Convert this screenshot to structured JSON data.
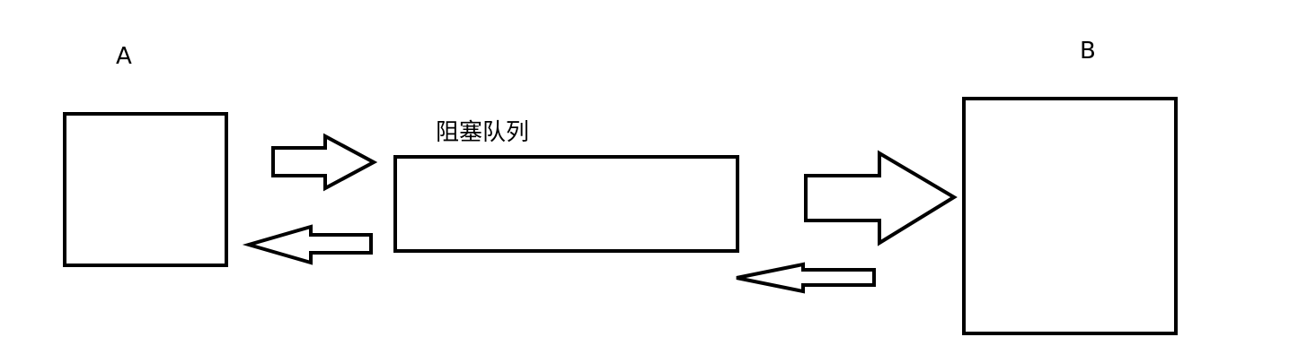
{
  "nodes": {
    "a": {
      "label": "A"
    },
    "queue": {
      "label": "阻塞队列"
    },
    "b": {
      "label": "B"
    }
  },
  "colors": {
    "stroke": "#000000",
    "background": "#ffffff"
  }
}
